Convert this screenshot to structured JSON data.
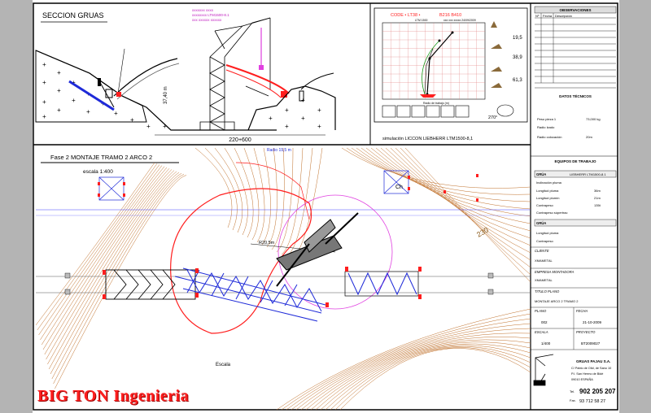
{
  "brand": "BIG TON Ingenieria",
  "section": {
    "title": "SECCION GRUAS",
    "note": [
      "xxxxxxx xxxx",
      "xxxxxxxx LTM1500-8.1",
      "xxx xxxxxx xxxxxx"
    ],
    "dimension": "220+600",
    "height_label": "37,40 m"
  },
  "chart": {
    "header_left": "CODE • LT38 •",
    "header_right": "B216 B410",
    "sub_left": "LTM 1500",
    "sub_right": "xxx xxx xxxxx 24/09/2009",
    "footer": "Radio de trabajo (m)",
    "load_values": [
      "19,5",
      "38,9",
      "61,3"
    ],
    "angle": "270°",
    "caption": "simulación LICCON LIEBHERR LTM1500-8,1"
  },
  "plan": {
    "phase_title": "Fase 2  MONTAJE TRAMO 2 ARCO 2",
    "scale": "escala 1:400",
    "radius_label": "R20,5m",
    "label_ch": "Ch",
    "label_230": "230",
    "top_label": "Radio 19,5 m",
    "bottom_label": "Escala"
  },
  "observaciones": {
    "header": "OBSERVACIONES",
    "col_no": "Nº",
    "col_fecha": "Fecha",
    "col_desc": "Descripción"
  },
  "datos": {
    "header": "DATOS TÉCNICOS",
    "rows": [
      {
        "label": "Peso pieza 1",
        "value": "73,000 kg"
      },
      {
        "label": "Radio Izado",
        "value": ""
      },
      {
        "label": "Radio colocación",
        "value": "20m"
      }
    ]
  },
  "equipos": {
    "header": "EQUIPOS DE TRABAJO",
    "grua_label": "GRÚA",
    "grua_value": "LIEBHERR LTM1500-8.1",
    "rows": [
      {
        "label": "Inclinación pluma",
        "value": ""
      },
      {
        "label": "Longitud pluma",
        "value": "36m"
      },
      {
        "label": "Longitud plumín",
        "value": "21m"
      },
      {
        "label": "Contrapeso",
        "value": "135t"
      },
      {
        "label": "Contrapeso súpertrac",
        "value": ""
      }
    ],
    "grua2_label": "GRÚA",
    "rows2": [
      {
        "label": "Longitud pluma",
        "value": ""
      },
      {
        "label": "Contrapeso",
        "value": ""
      }
    ]
  },
  "cliente": {
    "label": "CLIENTE",
    "value": "XMAMETAL"
  },
  "empresa": {
    "label": "EMPRESA MONTADORA",
    "value": "XMAMETAL"
  },
  "titulo": {
    "label": "TITULO PLANO",
    "value": "MONTAJE ARCO 2 TRAMO 2"
  },
  "meta": {
    "plano_label": "PLANO",
    "plano_value": "002",
    "fecha_label": "FECHA",
    "fecha_value": "21-10-2009",
    "escala_label": "ESCALA",
    "escala_value": "1/400",
    "proyecto_label": "PROYECTO",
    "proyecto_value": "BT2009027"
  },
  "company": {
    "name": "GRUAS PAJAU S.A.",
    "lines": [
      "C/ Pablo de Olid, de Sano 10",
      "P.I. San Hermo de Bidé",
      "09010 ESPAÑA"
    ],
    "phone_label": "Tel.",
    "phone": "902 205 207",
    "fax_label": "Fax.",
    "fax": "93 712 58 27"
  },
  "colors": {
    "red": "#ff1e1e",
    "blue": "#1e2ad8",
    "magenta": "#e040e0",
    "contour": "#c0702a",
    "green": "#1a9a1a"
  }
}
